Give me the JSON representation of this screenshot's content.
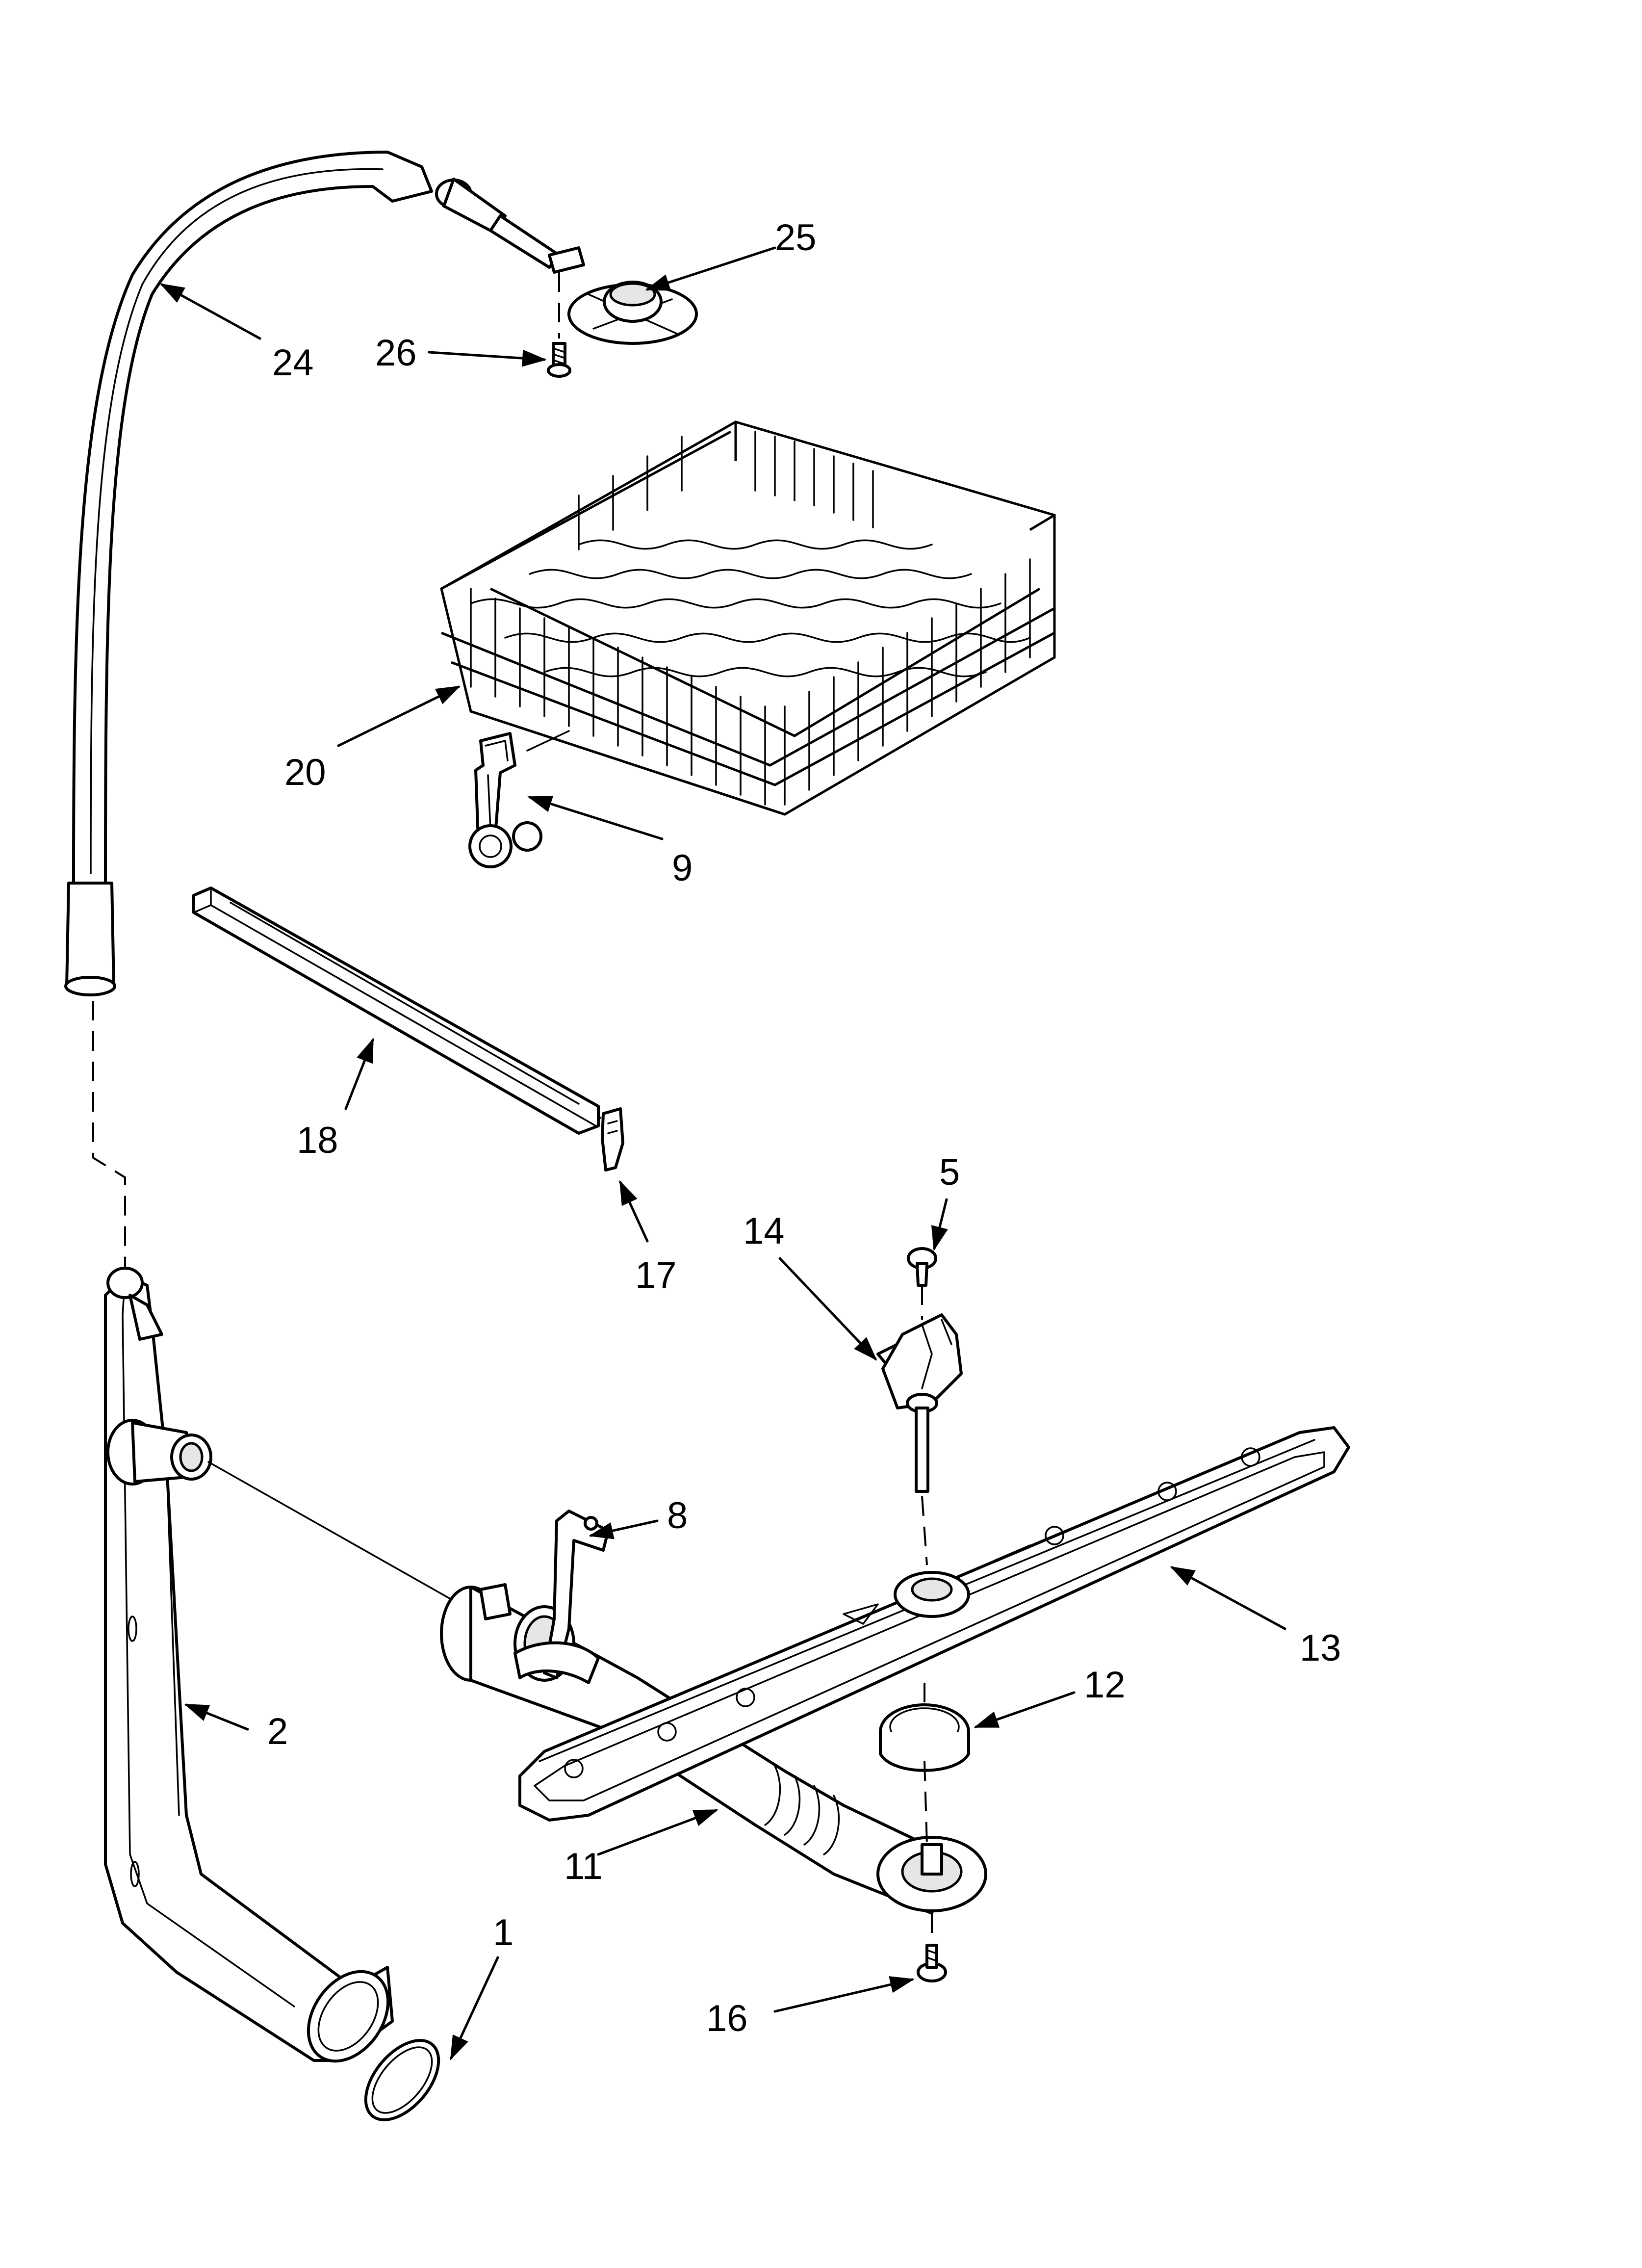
{
  "diagram": {
    "callouts": {
      "p1": "1",
      "p2": "2",
      "p5": "5",
      "p8": "8",
      "p9": "9",
      "p11": "11",
      "p12": "12",
      "p13": "13",
      "p14": "14",
      "p16": "16",
      "p17": "17",
      "p18": "18",
      "p20": "20",
      "p24": "24",
      "p25": "25",
      "p26": "26"
    }
  }
}
